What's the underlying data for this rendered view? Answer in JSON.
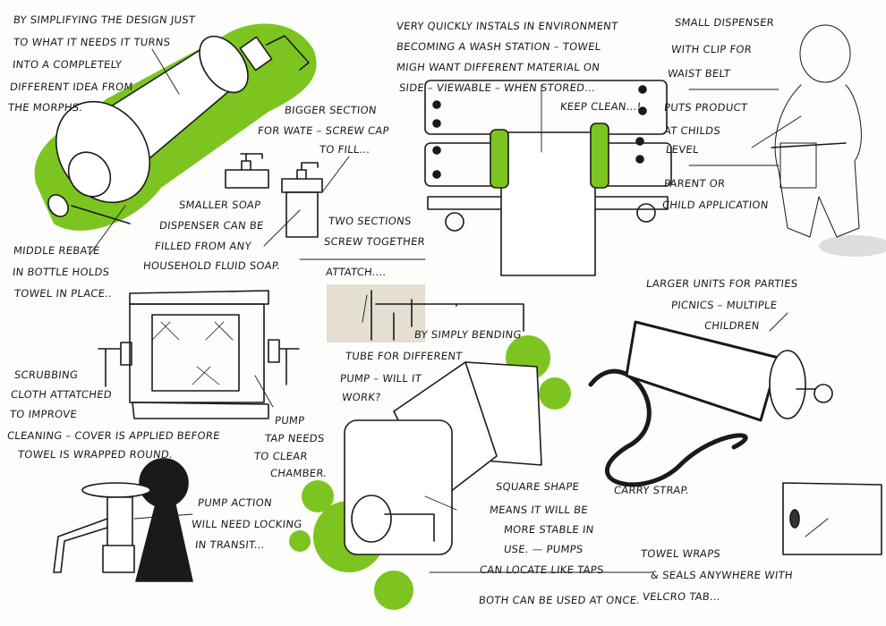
{
  "colors": {
    "marker_green": "#7cc520",
    "ink": "#1a1a1a",
    "shadow_grey": "#e5ded2"
  },
  "notes": {
    "simplifying": [
      "By simplifying the design just",
      "to what it needs it turns",
      "into a completely",
      "different idea from",
      "the morphs."
    ],
    "bigger_section": [
      "Bigger section",
      "for wate – screw cap",
      "to fill..."
    ],
    "smaller_soap": [
      "Smaller soap",
      "dispenser can be",
      "filled from any",
      "household fluid soap."
    ],
    "two_sections": [
      "Two sections",
      "screw together",
      "attatch...."
    ],
    "middle_rebate": [
      "Middle rebate",
      "in bottle holds",
      "towel in place.."
    ],
    "wash_station": [
      "Very quickly instals in environment",
      "becoming a wash station – towel",
      "migh want different material on",
      "side – viewable – when stored..."
    ],
    "keep_clean": "Keep clean...!",
    "small_dispenser": [
      "Small dispenser",
      "with clip for",
      "waist belt",
      "puts product",
      "at childs",
      "level",
      "parent or",
      "child application"
    ],
    "scrubbing": [
      "Scrubbing",
      "cloth attatched",
      "to improve",
      "cleaning – cover is applied before",
      "towel is wrapped round."
    ],
    "pump_tap": [
      "Pump",
      "tap needs",
      "to clear",
      "chamber."
    ],
    "pump_action": [
      "Pump action",
      "will need locking",
      "in transit..."
    ],
    "bending": [
      "By simply bending",
      "tube for different",
      "pump – will it",
      "work?"
    ],
    "larger_units": [
      "Larger units for parties",
      "picnics – multiple",
      "children"
    ],
    "carry_strap": "Carry strap.",
    "square_shape": [
      "Square shape",
      "means it will be",
      "more stable in",
      "use. — pumps",
      "can locate like taps",
      "both can be used at once."
    ],
    "towel_wraps": [
      "Towel wraps",
      "& seals anywhere with",
      "velcro tab..."
    ]
  }
}
